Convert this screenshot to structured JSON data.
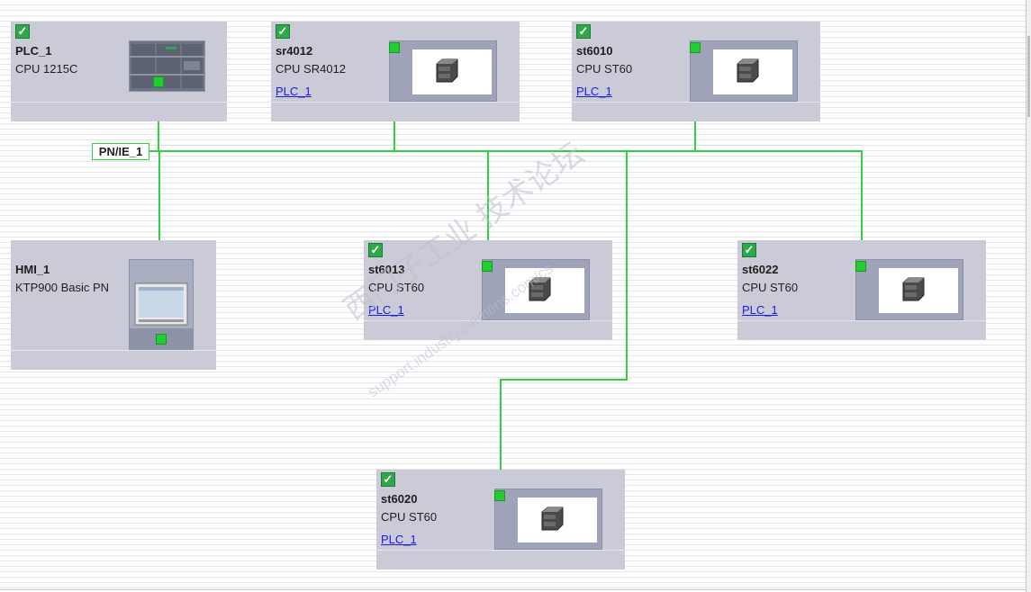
{
  "network": {
    "subnet_label": "PN/IE_1"
  },
  "devices": [
    {
      "id": "plc1",
      "name": "PLC_1",
      "type": "CPU 1215C",
      "link": ""
    },
    {
      "id": "sr4012",
      "name": "sr4012",
      "type": "CPU SR4012",
      "link": "PLC_1"
    },
    {
      "id": "st6010",
      "name": "st6010",
      "type": "CPU ST60",
      "link": "PLC_1"
    },
    {
      "id": "hmi1",
      "name": "HMI_1",
      "type": "KTP900 Basic PN",
      "link": ""
    },
    {
      "id": "st6013",
      "name": "st6013",
      "type": "CPU ST60",
      "link": "PLC_1"
    },
    {
      "id": "st6022",
      "name": "st6022",
      "type": "CPU ST60",
      "link": "PLC_1"
    },
    {
      "id": "st6020",
      "name": "st6020",
      "type": "CPU ST60",
      "link": "PLC_1"
    }
  ],
  "watermark": {
    "main": "西门子工业 技术论坛",
    "sub": "support.industry.siemens.com/cs"
  },
  "colors": {
    "network": "#2fd13c",
    "port": "#22cc33",
    "device_bg": "#cbcbd7",
    "link": "#1a1ae6"
  },
  "icons": {
    "check": "checkmark-icon",
    "cpu": "cpu-module-icon"
  }
}
